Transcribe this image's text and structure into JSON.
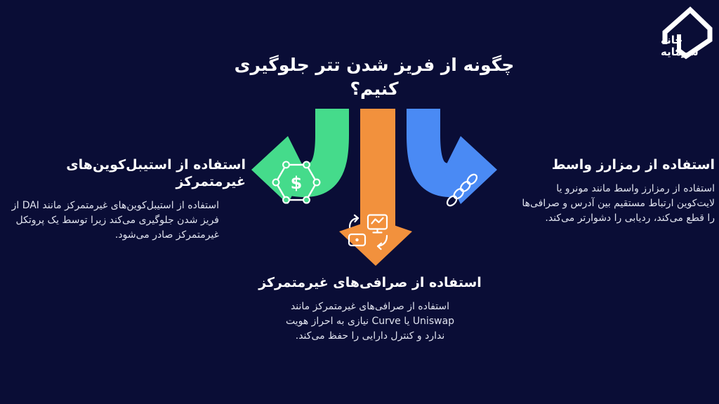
{
  "colors": {
    "background": "#0a0d36",
    "green": "#45db8b",
    "orange": "#f2913d",
    "blue": "#4a8af4",
    "heading": "#ffffff",
    "body": "#dfe2ee",
    "icon": "#ffffff"
  },
  "title": {
    "text": "چگونه از فریز شدن تتر جلوگیری کنیم؟"
  },
  "logo": {
    "brand_line1": "خانه",
    "brand_line2": "سرمایه"
  },
  "sections": {
    "left": {
      "heading": "استفاده از استیبل‌کوین‌های غیرمتمرکز",
      "body": "استفاده از استیبل‌کوین‌های غیرمتمرکز مانند DAI از فریز شدن جلوگیری می‌کند زیرا توسط یک پروتکل غیرمتمرکز صادر می‌شود.",
      "arrow_color": "#45db8b",
      "arrow_direction": "left",
      "icon": "hexagon-dollar-coin",
      "icon_symbol": "$"
    },
    "center": {
      "heading": "استفاده از صرافی‌های غیرمتمرکز",
      "body": "استفاده از صرافی‌های غیرمتمرکز مانند Uniswap یا Curve نیازی به احراز هویت ندارد و کنترل دارایی را حفظ می‌کند.",
      "arrow_color": "#f2913d",
      "arrow_direction": "down",
      "icon": "exchange-trade"
    },
    "right": {
      "heading": "استفاده از رمزارز واسط",
      "body": "استفاده از رمزارز واسط مانند مونرو یا لایت‌کوین ارتباط مستقیم بین آدرس و صرافی‌ها را قطع می‌کند، ردیابی را دشوارتر می‌کند.",
      "arrow_color": "#4a8af4",
      "arrow_direction": "right",
      "icon": "chain-link"
    }
  }
}
